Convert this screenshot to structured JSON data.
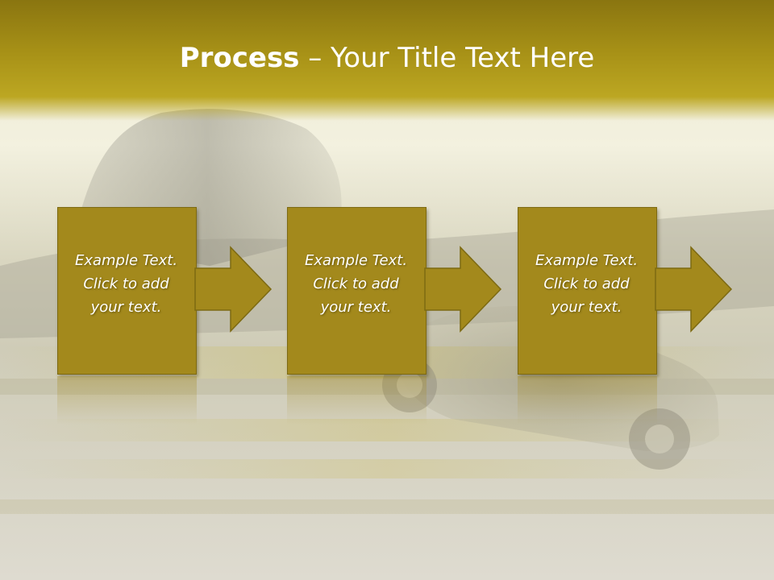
{
  "slide": {
    "title_bold": "Process",
    "title_rest": " – Your Title Text Here"
  },
  "steps": [
    {
      "line1": "Example Text.",
      "line2": "Click  to add",
      "line3": "your text."
    },
    {
      "line1": "Example Text.",
      "line2": "Click  to add",
      "line3": "your text."
    },
    {
      "line1": "Example Text.",
      "line2": "Click  to add",
      "line3": "your text."
    }
  ],
  "colors": {
    "title_band": "#a89217",
    "step_fill": "#a3891c",
    "step_border": "#7d6a12",
    "title_text": "#ffffff"
  },
  "icons": [
    "arrow-right-icon"
  ]
}
